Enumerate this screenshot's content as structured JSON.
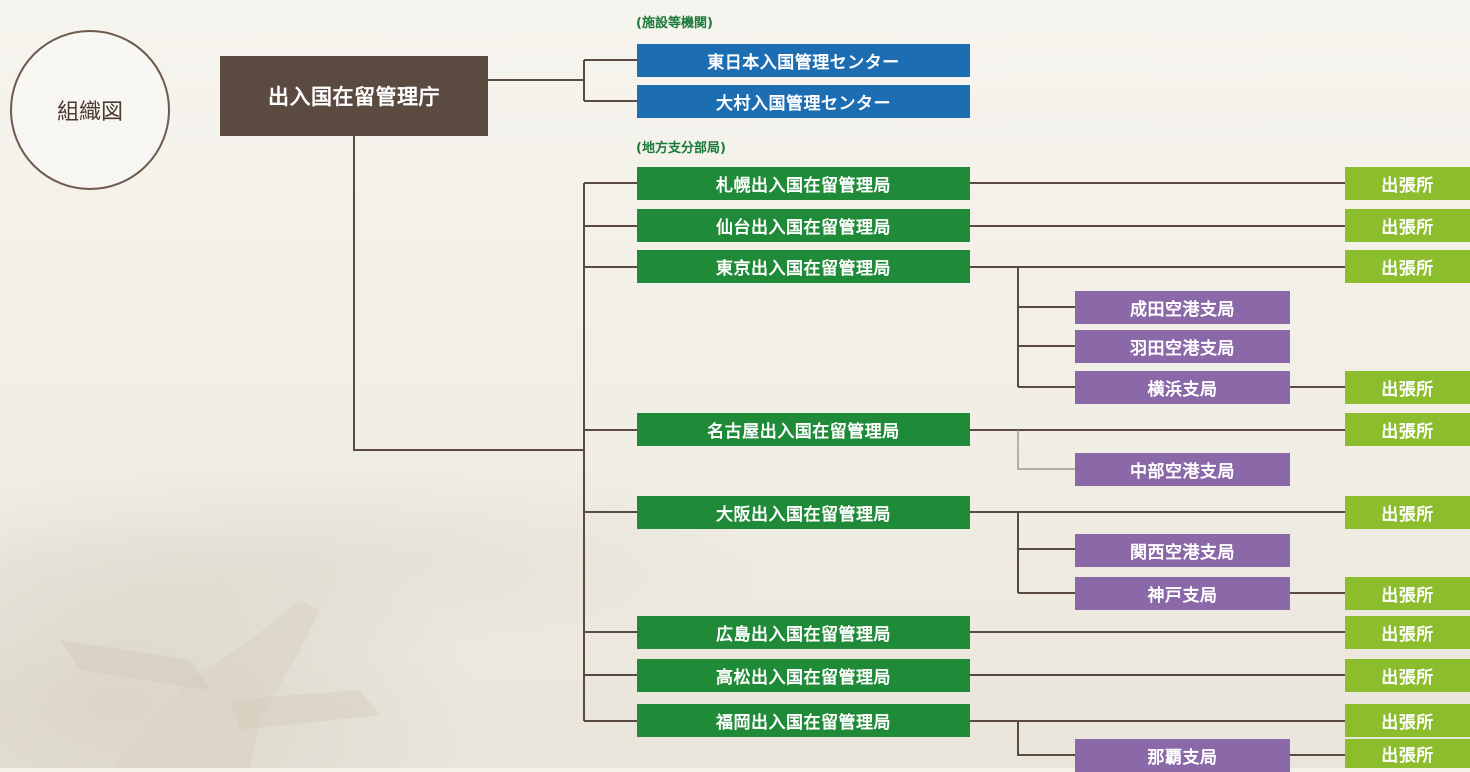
{
  "title": "組織図",
  "hq": "出入国在留管理庁",
  "facilities_label": "(施設等機関)",
  "facilities": [
    "東日本入国管理センター",
    "大村入国管理センター"
  ],
  "regional_label": "(地方支分部局)",
  "bureaus": [
    "札幌出入国在留管理局",
    "仙台出入国在留管理局",
    "東京出入国在留管理局",
    "名古屋出入国在留管理局",
    "大阪出入国在留管理局",
    "広島出入国在留管理局",
    "高松出入国在留管理局",
    "福岡出入国在留管理局"
  ],
  "branches": [
    "成田空港支局",
    "羽田空港支局",
    "横浜支局",
    "中部空港支局",
    "関西空港支局",
    "神戸支局",
    "那覇支局"
  ],
  "office_label": "出張所"
}
